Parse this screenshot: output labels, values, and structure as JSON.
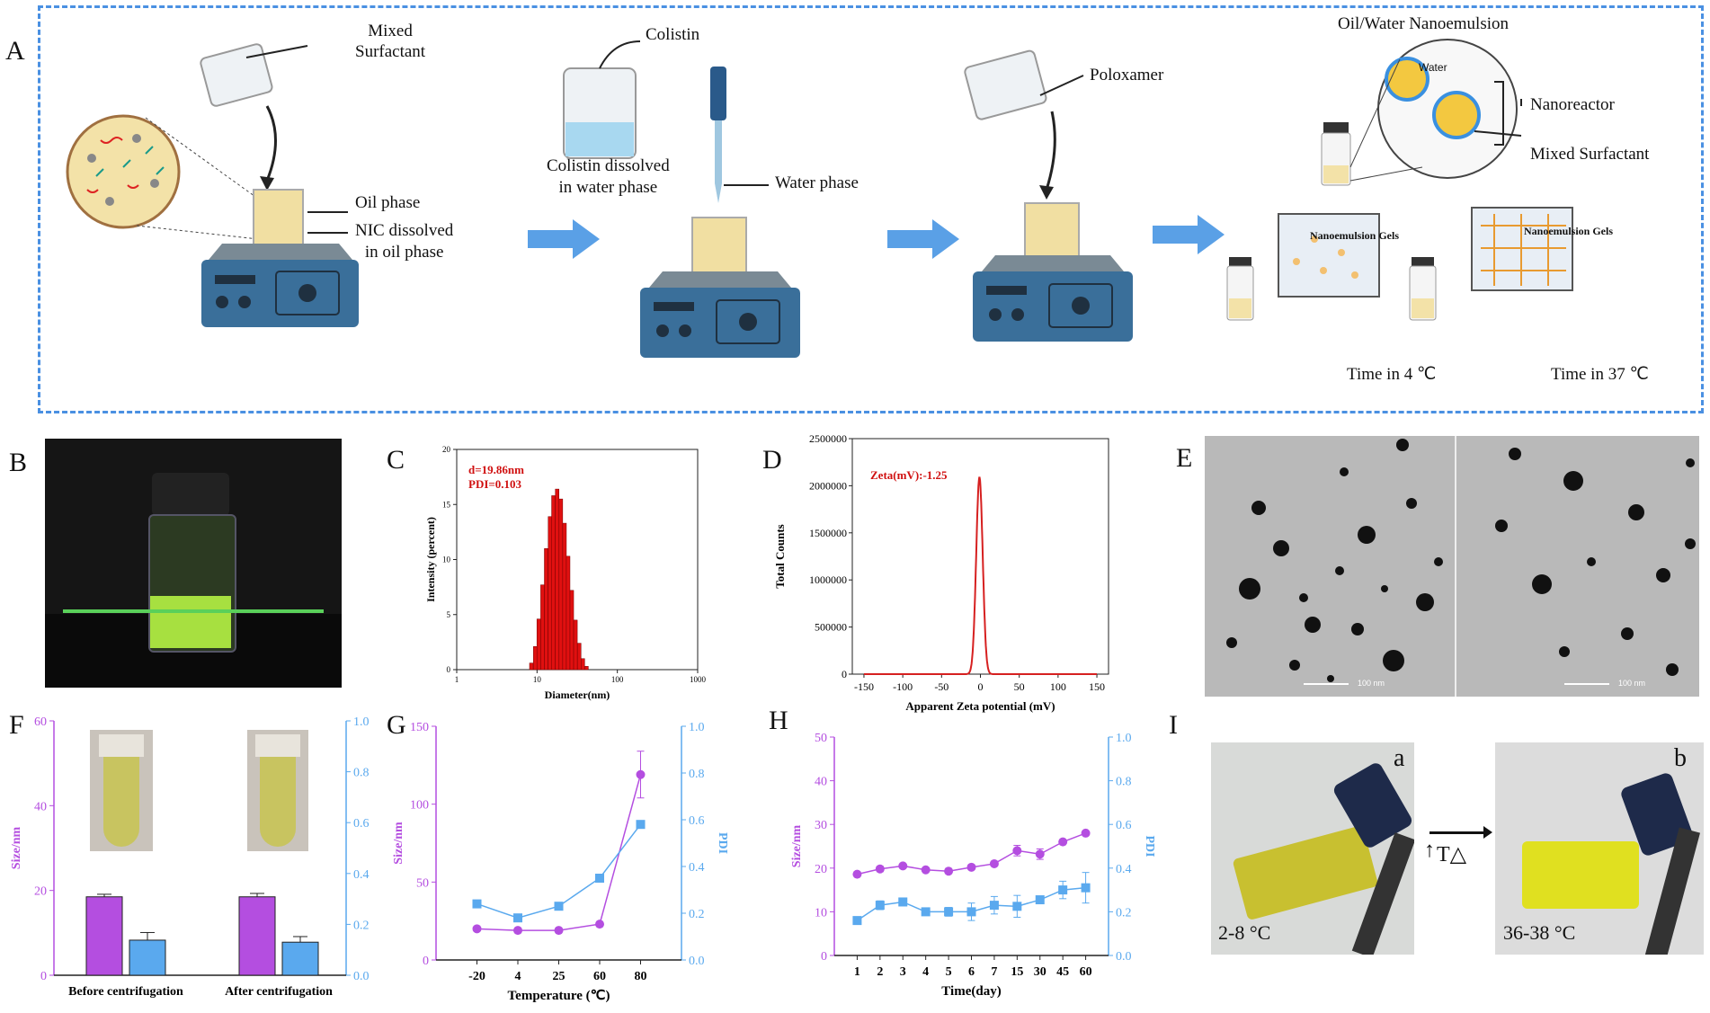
{
  "panels": {
    "A": "A",
    "B": "B",
    "C": "C",
    "D": "D",
    "E": "E",
    "F": "F",
    "G": "G",
    "H": "H",
    "I": "I"
  },
  "schematic": {
    "mixed_surfactant": "Mixed\nSurfactant",
    "oil_phase": "Oil phase",
    "nic_oil": "NIC dissolved\nin oil phase",
    "colistin": "Colistin",
    "colistin_water": "Colistin dissolved\nin water phase",
    "water_phase": "Water phase",
    "poloxamer": "Poloxamer",
    "nanoemulsion_title": "Oil/Water Nanoemulsion",
    "water": "Water",
    "nanoreactor": "Nanoreactor",
    "mixed_surfactant_2": "Mixed Surfactant",
    "gels_1": "Nanoemulsion Gels",
    "gels_2": "Nanoemulsion Gels",
    "time_4": "Time in 4 ℃",
    "time_37": "Time in 37 ℃",
    "colors": {
      "dash": "#4a90e2",
      "arrow": "#5aa0e6",
      "device": "#3a6f9a",
      "liquid": "#f3e2a8"
    }
  },
  "tem": {
    "scale_left": "100 nm",
    "scale_right": "100 nm"
  },
  "photo_I": {
    "a": "a",
    "b": "b",
    "temp_a": "2-8 °C",
    "temp_b": "36-38 °C",
    "arrow_label": "T△"
  },
  "chart_data": [
    {
      "panel": "C",
      "type": "bar",
      "annotation": [
        "d=19.86nm",
        "PDI=0.103"
      ],
      "xlabel": "Diameter(nm)",
      "ylabel": "Intensity (percent)",
      "xscale": "log",
      "xlim": [
        1,
        1000
      ],
      "ylim": [
        0,
        20
      ],
      "xticks": [
        "1",
        "10",
        "100",
        "1000"
      ],
      "yticks": [
        "0",
        "5",
        "10",
        "15",
        "20"
      ],
      "x": [
        8.5,
        9.5,
        10.5,
        11.7,
        13,
        14.5,
        16,
        17.8,
        19.8,
        22,
        24.4,
        27.1,
        30.1,
        33.5,
        37.2,
        41.3
      ],
      "values": [
        0.6,
        2.1,
        4.6,
        7.7,
        11.0,
        13.9,
        15.8,
        16.4,
        15.5,
        13.3,
        10.3,
        7.2,
        4.5,
        2.4,
        1.0,
        0.3
      ],
      "color": "#e01010"
    },
    {
      "panel": "D",
      "type": "line",
      "annotation": "Zeta(mV):-1.25",
      "xlabel": "Apparent Zeta potential (mV)",
      "ylabel": "Total Counts",
      "xlim": [
        -165,
        165
      ],
      "ylim": [
        0,
        2500000
      ],
      "xticks": [
        "-150",
        "-100",
        "-50",
        "0",
        "50",
        "100",
        "150"
      ],
      "yticks": [
        "0",
        "500000",
        "1000000",
        "1500000",
        "2000000",
        "2500000"
      ],
      "peak_center": -1.25,
      "peak_height": 2090000,
      "peak_width": 4.2,
      "x_range": [
        -150,
        150
      ],
      "color": "#d62020"
    },
    {
      "panel": "F",
      "type": "bar",
      "categories": [
        "Before centrifugation",
        "After centrifugation"
      ],
      "series": [
        {
          "values": [
            18.5,
            18.5
          ],
          "errors": [
            0.6,
            0.8
          ],
          "axis": "left",
          "color": "#b44ee0"
        },
        {
          "values": [
            0.138,
            0.13
          ],
          "errors": [
            0.03,
            0.022
          ],
          "axis": "right",
          "color": "#5aa9ee"
        }
      ],
      "ylabel_left": "Size/nm",
      "ylabel_right": "PDI",
      "ylim_left": [
        0,
        60
      ],
      "ylim_right": [
        0,
        1.0
      ],
      "yticks_left": [
        "0",
        "20",
        "40",
        "60"
      ],
      "yticks_right": [
        "0.0",
        "0.2",
        "0.4",
        "0.6",
        "0.8",
        "1.0"
      ]
    },
    {
      "panel": "G",
      "type": "line",
      "categories": [
        "-20",
        "4",
        "25",
        "60",
        "80"
      ],
      "series": [
        {
          "values": [
            20,
            19,
            19,
            23,
            119
          ],
          "errors": [
            0,
            0,
            0,
            0,
            15
          ],
          "axis": "left",
          "marker": "circle",
          "color": "#b44ee0"
        },
        {
          "values": [
            0.24,
            0.18,
            0.23,
            0.35,
            0.58
          ],
          "errors": [
            0,
            0,
            0,
            0,
            0
          ],
          "axis": "right",
          "marker": "square",
          "color": "#5aa9ee"
        }
      ],
      "xlabel": "Temperature (℃)",
      "ylabel_left": "Size/nm",
      "ylabel_right": "PDI",
      "ylim_left": [
        0,
        150
      ],
      "ylim_right": [
        0,
        1.0
      ],
      "yticks_left": [
        "0",
        "50",
        "100",
        "150"
      ],
      "yticks_right": [
        "0.0",
        "0.2",
        "0.4",
        "0.6",
        "0.8",
        "1.0"
      ]
    },
    {
      "panel": "H",
      "type": "line",
      "categories": [
        "1",
        "2",
        "3",
        "4",
        "5",
        "6",
        "7",
        "15",
        "30",
        "45",
        "60"
      ],
      "series": [
        {
          "values": [
            18.6,
            19.8,
            20.5,
            19.6,
            19.3,
            20.2,
            21,
            24,
            23.2,
            26,
            28
          ],
          "errors": [
            0.3,
            0.6,
            0.3,
            0.3,
            0.3,
            0.4,
            0.3,
            1.2,
            1.2,
            0.4,
            0.4
          ],
          "axis": "left",
          "marker": "circle",
          "color": "#b44ee0"
        },
        {
          "values": [
            0.16,
            0.23,
            0.245,
            0.2,
            0.2,
            0.2,
            0.23,
            0.225,
            0.255,
            0.3,
            0.31
          ],
          "errors": [
            0,
            0.02,
            0.01,
            0.01,
            0.02,
            0.04,
            0.04,
            0.05,
            0.01,
            0.04,
            0.07
          ],
          "axis": "right",
          "marker": "square",
          "color": "#5aa9ee"
        }
      ],
      "xlabel": "Time(day)",
      "ylabel_left": "Size/nm",
      "ylabel_right": "PDI",
      "ylim_left": [
        0,
        50
      ],
      "ylim_right": [
        0,
        1.0
      ],
      "yticks_left": [
        "0",
        "10",
        "20",
        "30",
        "40",
        "50"
      ],
      "yticks_right": [
        "0.0",
        "0.2",
        "0.4",
        "0.6",
        "0.8",
        "1.0"
      ]
    }
  ]
}
